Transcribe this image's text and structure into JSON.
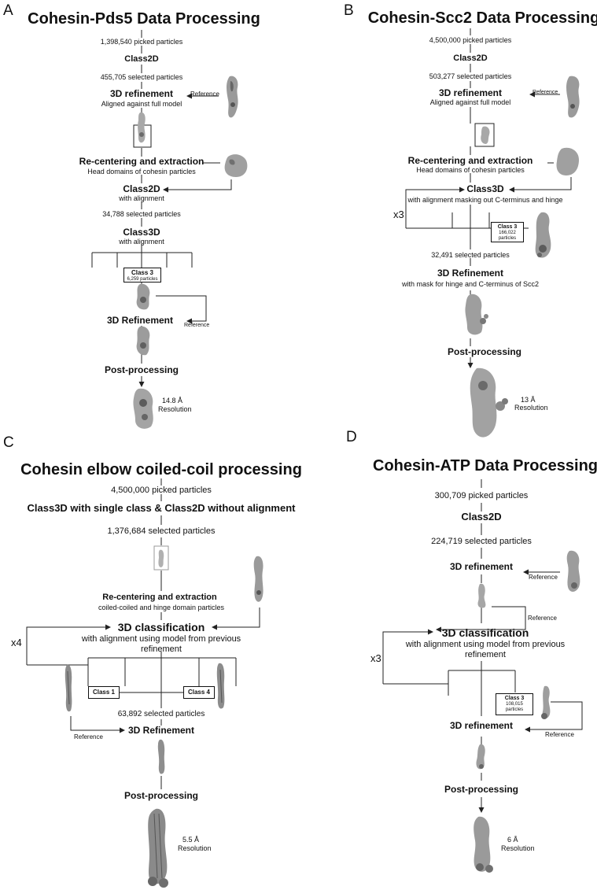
{
  "panels": {
    "a": {
      "letter": "A",
      "title": "Cohesin-Pds5 Data Processing",
      "picked": "1,398,540 picked particles",
      "class2d": "Class2D",
      "selected1": "455,705 selected particles",
      "refine_title": "3D refinement",
      "refine_sub": "Aligned against full model",
      "reference": "Reference",
      "recenter_title": "Re-centering and extraction",
      "recenter_sub": "Head domains of cohesin particles",
      "class2d_b": "Class2D",
      "class2d_b_sub": "with alignment",
      "selected2": "34,788 selected particles",
      "class3d": "Class3D",
      "class3d_sub": "with alignment",
      "class_box_title": "Class 3",
      "class_box_sub": "6,259 particles",
      "refine2": "3D Refinement",
      "reference2": "Reference",
      "post": "Post-processing",
      "res_value": "14.8 Å",
      "res_label": "Resolution"
    },
    "b": {
      "letter": "B",
      "title": "Cohesin-Scc2 Data Processing",
      "picked": "4,500,000 picked particles",
      "class2d": "Class2D",
      "selected1": "503,277 selected particles",
      "refine_title": "3D refinement",
      "refine_sub": "Aligned against full model",
      "reference": "Reference",
      "recenter_title": "Re-centering and extraction",
      "recenter_sub": "Head domains of cohesin particles",
      "class3d": "Class3D",
      "class3d_sub": "with alignment masking out C-terminus and hinge",
      "repeat": "x3",
      "class_box_title": "Class 3",
      "class_box_num": "166,022",
      "class_box_unit": "particles",
      "selected2": "32,491 selected particles",
      "refine2": "3D Refinement",
      "refine2_sub": "with mask for hinge and C-terminus of Scc2",
      "post": "Post-processing",
      "res_value": "13 Å",
      "res_label": "Resolution"
    },
    "c": {
      "letter": "C",
      "title": "Cohesin elbow coiled-coil processing",
      "picked": "4,500,000 picked particles",
      "class3d_line": "Class3D with single class & Class2D without alignment",
      "selected1": "1,376,684 selected particles",
      "recenter_title": "Re-centering and extraction",
      "recenter_sub": "coiled-coiled and hinge domain particles",
      "classification": "3D classification",
      "classification_sub1": "with alignment using model from previous",
      "classification_sub2": "refinement",
      "repeat": "x4",
      "class1": "Class 1",
      "class4": "Class 4",
      "selected2": "63,892 selected particles",
      "reference": "Reference",
      "refine2": "3D Refinement",
      "post": "Post-processing",
      "res_value": "5.5 Å",
      "res_label": "Resolution"
    },
    "d": {
      "letter": "D",
      "title": "Cohesin-ATP Data Processing",
      "picked": "300,709 picked particles",
      "class2d": "Class2D",
      "selected1": "224,719 selected particles",
      "refine_title": "3D refinement",
      "reference": "Reference",
      "reference_b": "Reference",
      "classification": "3D classification",
      "classification_sub1": "with alignment using model from previous",
      "classification_sub2": "refinement",
      "repeat": "x3",
      "class_box_title": "Class 3",
      "class_box_num": "108,015",
      "class_box_unit": "particles",
      "refine2": "3D refinement",
      "reference2": "Reference",
      "post": "Post-processing",
      "res_value": "6 Å",
      "res_label": "Resolution"
    }
  }
}
